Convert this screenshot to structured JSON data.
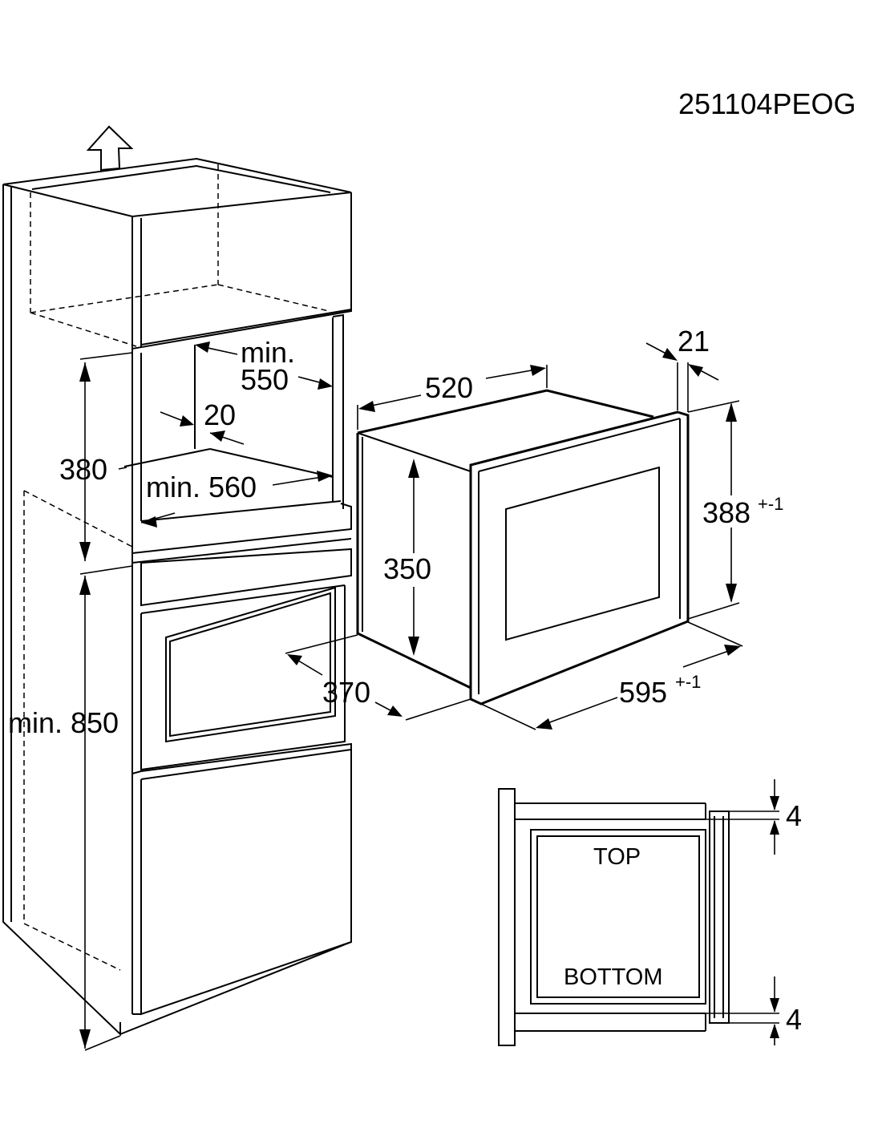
{
  "model_code": "251104PEOG",
  "cabinet": {
    "niche_width": "min.",
    "niche_width_value": "550",
    "side_gap": "20",
    "niche_height": "380",
    "niche_depth": "min. 560",
    "base_height": "min. 850"
  },
  "appliance": {
    "depth": "520",
    "frame_thickness": "21",
    "body_height": "350",
    "front_height": "388",
    "front_height_tol": "+-1",
    "body_depth": "370",
    "front_width": "595",
    "front_width_tol": "+-1"
  },
  "section": {
    "top_label": "TOP",
    "bottom_label": "BOTTOM",
    "top_gap": "4",
    "bottom_gap": "4"
  }
}
